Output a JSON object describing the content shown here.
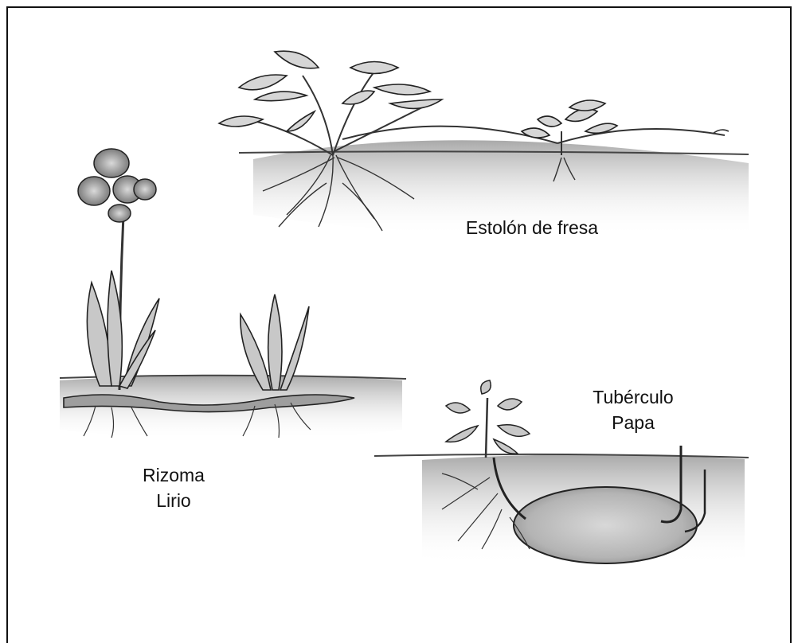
{
  "labels": {
    "strawberry": "Estolón de fresa",
    "rhizome_line1": "Rizoma",
    "rhizome_line2": "Lirio",
    "tuber_line1": "Tubérculo",
    "tuber_line2": "Papa"
  }
}
